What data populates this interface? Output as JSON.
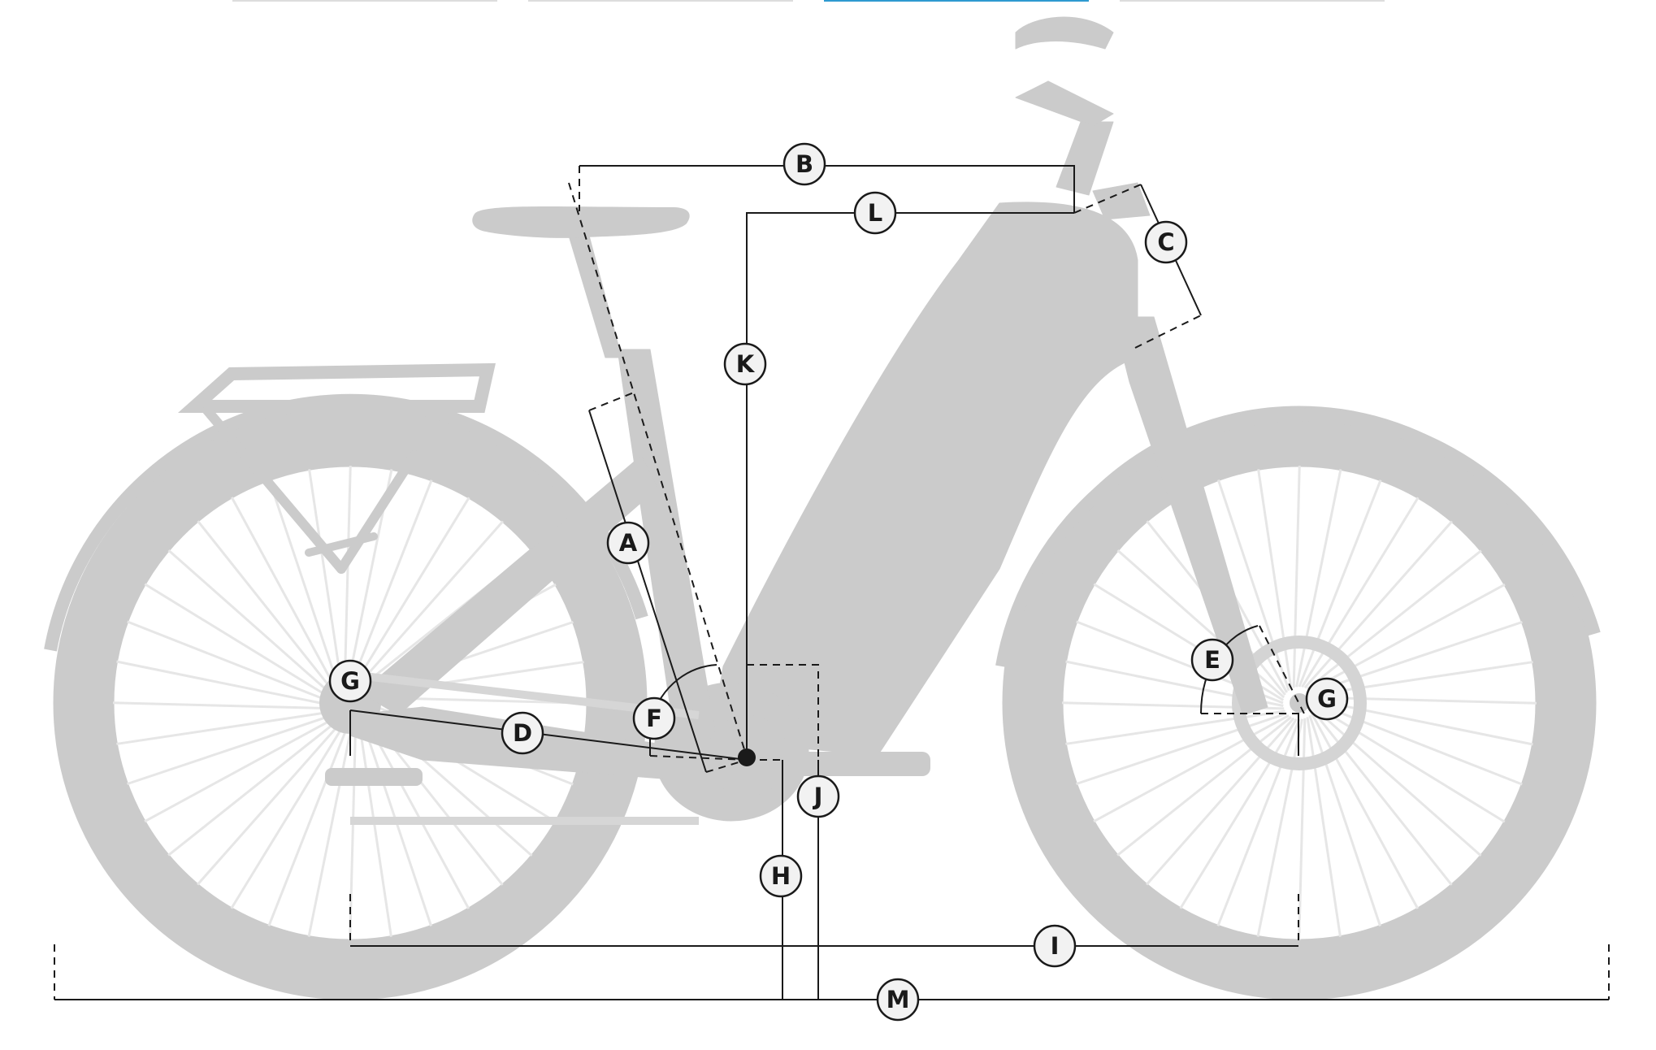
{
  "colors": {
    "bike_silhouette": "#cbcbcb",
    "spokes": "#e9e9e9",
    "lines": "#1a1a1a",
    "label_fill": "#f2f2f2",
    "tab_inactive": "#dddddd",
    "tab_active": "#2e9ad0"
  },
  "tabs": [
    {
      "active": false
    },
    {
      "active": false
    },
    {
      "active": true
    },
    {
      "active": false
    }
  ],
  "labels": {
    "A": "A",
    "B": "B",
    "C": "C",
    "D": "D",
    "E": "E",
    "F": "F",
    "G_rear": "G",
    "G_front": "G",
    "H": "H",
    "I": "I",
    "J": "J",
    "K": "K",
    "L": "L",
    "M": "M"
  }
}
